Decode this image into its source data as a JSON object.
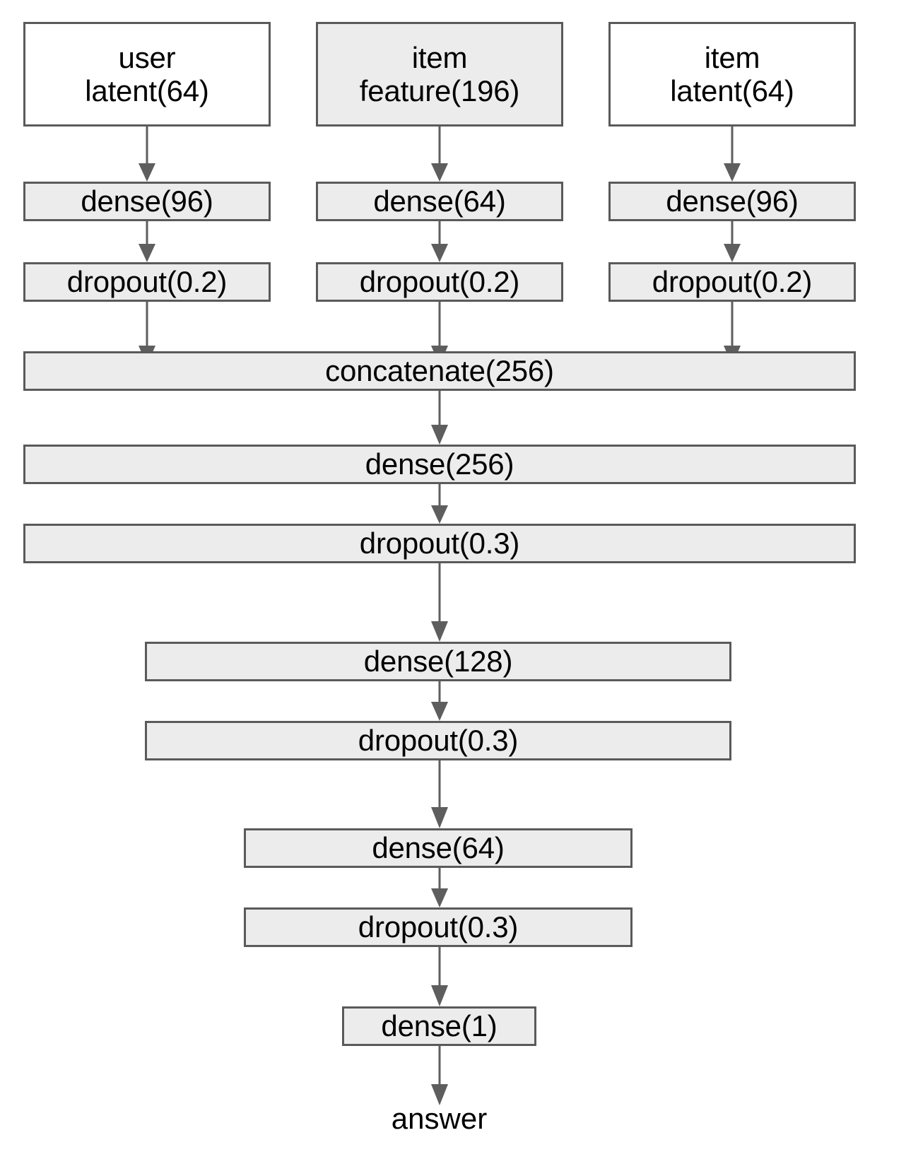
{
  "diagram": {
    "title": "Neural network architecture flowchart",
    "background_color": "#ffffff",
    "box_border_color": "#5a5a5a",
    "box_fill_color": "#ececec",
    "box_white_fill": "#ffffff",
    "arrow_color": "#5e5e5e",
    "text_color": "#000000"
  },
  "inputs": [
    {
      "id": "user-latent",
      "line1": "user",
      "line2": "latent(64)",
      "text": "user\nlatent(64)",
      "filled": false
    },
    {
      "id": "item-feature",
      "line1": "item",
      "line2": "feature(196)",
      "text": "item\nfeature(196)",
      "filled": true
    },
    {
      "id": "item-latent",
      "line1": "item",
      "line2": "latent(64)",
      "text": "item\nlatent(64)",
      "filled": false
    }
  ],
  "branches": [
    {
      "column": "left",
      "dense": "dense(96)",
      "dropout": "dropout(0.2)"
    },
    {
      "column": "middle",
      "dense": "dense(64)",
      "dropout": "dropout(0.2)"
    },
    {
      "column": "right",
      "dense": "dense(96)",
      "dropout": "dropout(0.2)"
    }
  ],
  "trunk": [
    {
      "id": "concatenate-256",
      "label": "concatenate(256)"
    },
    {
      "id": "dense-256",
      "label": "dense(256)"
    },
    {
      "id": "dropout-03-a",
      "label": "dropout(0.3)"
    },
    {
      "id": "dense-128",
      "label": "dense(128)"
    },
    {
      "id": "dropout-03-b",
      "label": "dropout(0.3)"
    },
    {
      "id": "dense-64",
      "label": "dense(64)"
    },
    {
      "id": "dropout-03-c",
      "label": "dropout(0.3)"
    },
    {
      "id": "dense-1",
      "label": "dense(1)"
    }
  ],
  "output": {
    "id": "answer",
    "label": "answer"
  }
}
